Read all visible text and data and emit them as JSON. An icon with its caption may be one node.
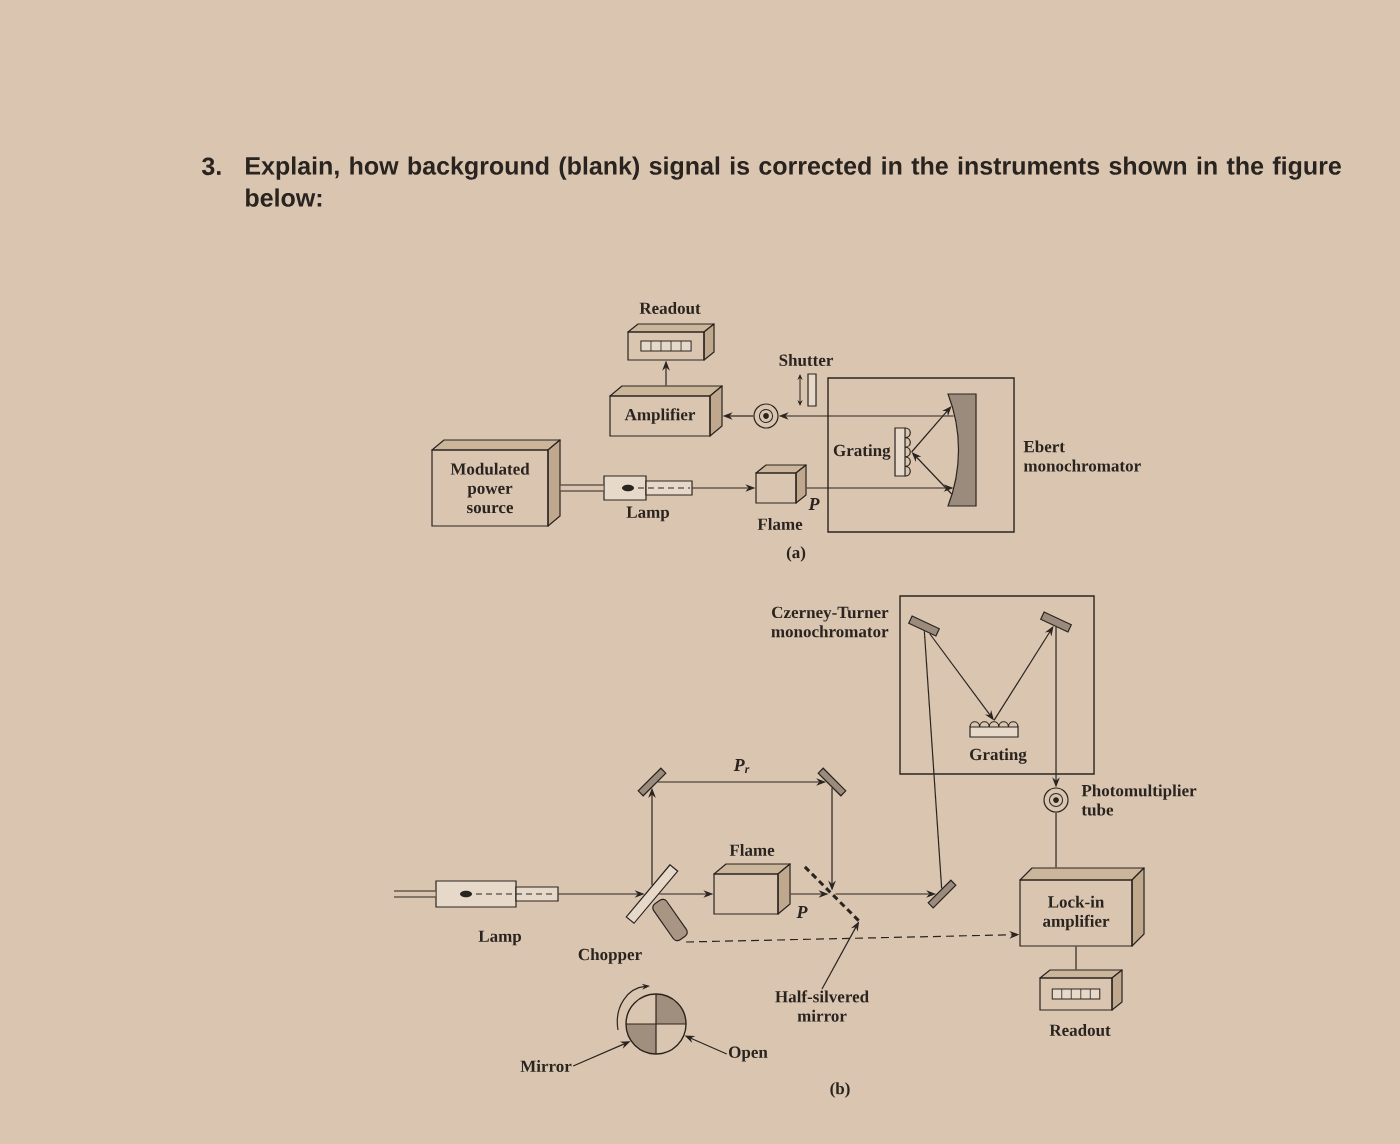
{
  "diagram": {
    "title": "Explain, how background (blank) signal is corrected in the instruments shown in the figure below:",
    "nodes": [
      {
        "text": [
          "Readout"
        ]
      },
      {
        "text": [
          "Shutter"
        ]
      },
      {
        "text": [
          "Amplifier"
        ]
      },
      {
        "text": [],
        "shape": "circle"
      },
      {
        "text": [
          "Ebert monochromator"
        ]
      },
      {
        "text": [
          "Grating"
        ],
        "in": 4
      },
      {
        "text": [],
        "shape": "mirror",
        "in": 4
      },
      {
        "text": [
          "Modulated power source"
        ]
      },
      {
        "text": [
          "Lamp"
        ]
      },
      {
        "text": [
          "Flame"
        ]
      },
      {
        "text": [
          "Czerney-Turner monochromator"
        ]
      },
      {
        "text": [],
        "shape": "mirror",
        "in": 10
      },
      {
        "text": [],
        "shape": "mirror",
        "in": 10
      },
      {
        "text": [
          "Grating"
        ],
        "in": 10
      },
      {
        "text": [],
        "shape": "mirror"
      },
      {
        "text": [],
        "shape": "mirror"
      },
      {
        "text": [
          "Photomultiplier tube"
        ]
      },
      {
        "text": [
          "Flame"
        ]
      },
      {
        "text": [
          "Lamp"
        ]
      },
      {
        "text": [
          "Chopper"
        ]
      },
      {
        "text": [],
        "shape": "mirror"
      },
      {
        "text": [],
        "shape": "mirror"
      },
      {
        "text": [
          "Lock-in amplifier"
        ]
      },
      {
        "text": [
          "Readout"
        ]
      },
      {
        "text": [],
        "shape": "circle"
      },
      {
        "text": [
          "Mirror"
        ]
      },
      {
        "text": [
          "Half-silvered mirror"
        ]
      },
      {
        "text": [
          "Open"
        ]
      }
    ],
    "edges": [
      {
        "from": 2,
        "to": 0,
        "arrow": "to"
      },
      {
        "from": 7,
        "to": 8,
        "arrow": "none",
        "style": "thick"
      },
      {
        "from": 8,
        "to": 9,
        "arrow": "to"
      },
      {
        "from": 9,
        "to": 6,
        "arrow": "to"
      },
      {
        "from": 6,
        "to": 5,
        "arrow": "to"
      },
      {
        "from": 5,
        "to": 6,
        "arrow": "to"
      },
      {
        "from": 6,
        "to": 3,
        "arrow": "to"
      },
      {
        "from": 3,
        "to": 2,
        "arrow": "to"
      },
      {
        "from": null,
        "to": 18,
        "arrow": "none",
        "style": "thick"
      },
      {
        "from": 18,
        "to": 19,
        "arrow": "to"
      },
      {
        "from": 19,
        "to": 17,
        "arrow": "to"
      },
      {
        "from": 17,
        "to": 20,
        "arrow": "to"
      },
      {
        "from": 19,
        "to": 14,
        "arrow": "to"
      },
      {
        "from": 14,
        "to": 15,
        "arrow": "to"
      },
      {
        "from": 15,
        "to": 20,
        "arrow": "to"
      },
      {
        "from": 20,
        "to": 21,
        "arrow": "to"
      },
      {
        "from": 21,
        "to": 11,
        "arrow": "none"
      },
      {
        "from": 11,
        "to": 13,
        "arrow": "to"
      },
      {
        "from": 13,
        "to": 12,
        "arrow": "to"
      },
      {
        "from": 12,
        "to": 16,
        "arrow": "to"
      },
      {
        "from": 16,
        "to": 22,
        "arrow": "none"
      },
      {
        "from": 22,
        "to": 23,
        "arrow": "none"
      },
      {
        "from": 19,
        "to": 22,
        "arrow": "to",
        "style": "dashed"
      },
      {
        "from": 25,
        "to": 24,
        "arrow": "to"
      },
      {
        "from": 27,
        "to": 24,
        "arrow": "to"
      },
      {
        "from": 26,
        "to": 20,
        "arrow": "to"
      }
    ],
    "labels": [
      "3.",
      "P",
      "(a)",
      "P$_{r}$",
      "P",
      "(b)"
    ]
  }
}
